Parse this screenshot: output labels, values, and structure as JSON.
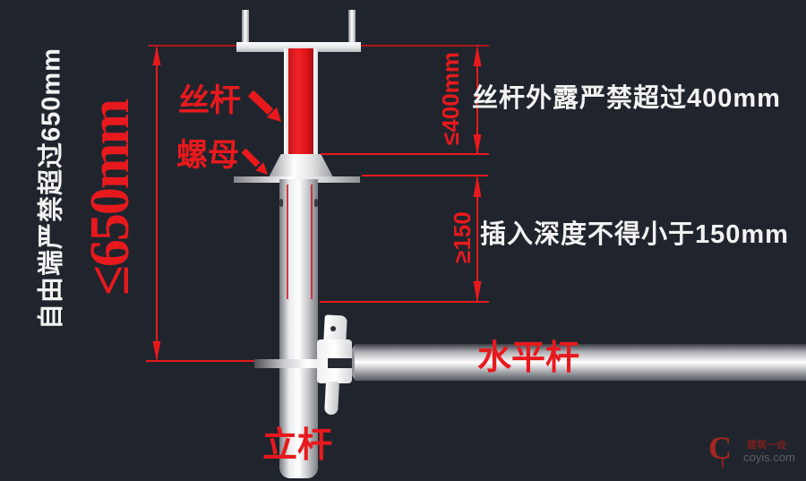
{
  "canvas": {
    "background": "#20252d"
  },
  "palette": {
    "accent_red": "#e8191d",
    "dimension_line_red": "#c2181b",
    "text_white": "#f2f2f2",
    "metal_silver": "#e9ebed"
  },
  "annotations": {
    "free_end_note": "自由端严禁超过650mm",
    "free_end_dim": "≤650mm",
    "screw_label": "丝杆",
    "nut_label": "螺母",
    "exposure_dim": "≤400mm",
    "exposure_note": "丝杆外露严禁超过400mm",
    "insertion_dim": "≥150",
    "insertion_note": "插入深度不得小于150mm",
    "horizontal_bar_label": "水平杆",
    "vertical_bar_label": "立杆"
  },
  "watermark": {
    "logo": "C",
    "brand": "建筑一会",
    "site": "coyis.com"
  }
}
